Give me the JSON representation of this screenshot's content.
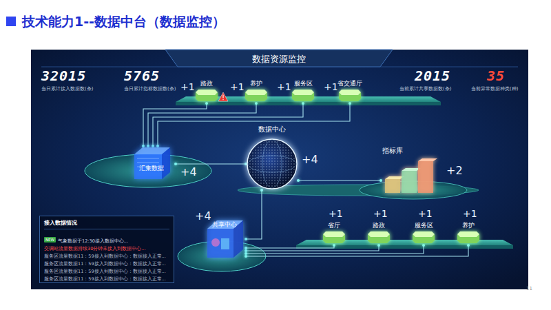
{
  "diagram": {
    "title": "技术能力1--数据中台（数据监控）",
    "nodes": [
      {
        "text": [
          "路政"
        ]
      },
      {
        "text": [
          "养护"
        ]
      },
      {
        "text": [
          "服务区"
        ]
      },
      {
        "text": [
          "省交通厅"
        ]
      },
      {
        "text": [
          "汇集数据"
        ]
      },
      {
        "text": [
          "数据中心"
        ]
      },
      {
        "text": [
          "指标库"
        ]
      },
      {
        "text": [
          "共享中心"
        ]
      },
      {
        "text": [
          "省厅"
        ]
      },
      {
        "text": [
          "路政"
        ]
      },
      {
        "text": [
          "服务区"
        ]
      },
      {
        "text": [
          "养护"
        ]
      },
      {
        "text": [
          "接入数据情况",
          "NEW",
          "气象数据于12:30接入数据中心...",
          "交调站流量数据持续30分钟未接入到数据中心...",
          "服务区流量数据11：59接入到数据中心：数据接入正常...",
          "服务区流量数据11：59接入到数据中心：数据接入正常...",
          "服务区流量数据11：59接入到数据中心：数据接入正常...",
          "服务区流量数据11：59接入到数据中心：数据接入正常..."
        ]
      }
    ],
    "edges": [
      {
        "from": 0,
        "to": 4,
        "arrow": "none"
      },
      {
        "from": 1,
        "to": 4,
        "arrow": "none"
      },
      {
        "from": 2,
        "to": 4,
        "arrow": "none"
      },
      {
        "from": 3,
        "to": 4,
        "arrow": "none"
      },
      {
        "from": 4,
        "to": 5,
        "arrow": "none"
      },
      {
        "from": 5,
        "to": 6,
        "arrow": "none"
      },
      {
        "from": 5,
        "to": 7,
        "arrow": "none"
      },
      {
        "from": 7,
        "to": 8,
        "arrow": "none"
      },
      {
        "from": 7,
        "to": 9,
        "arrow": "none"
      },
      {
        "from": 7,
        "to": 10,
        "arrow": "none"
      },
      {
        "from": 7,
        "to": 11,
        "arrow": "none"
      }
    ],
    "labels": [
      "数据资源监控",
      "32015",
      "当日累计接入数据数(条)",
      "5765",
      "当日累计指标数据数(条)",
      "2015",
      "当前累计共享数据数(条)",
      "35",
      "当前异常数据种类(种)",
      "+1",
      "+1",
      "+1",
      "+1",
      "+4",
      "+4",
      "+2",
      "+4",
      "+1",
      "+1",
      "+1",
      "+1",
      "11"
    ]
  }
}
